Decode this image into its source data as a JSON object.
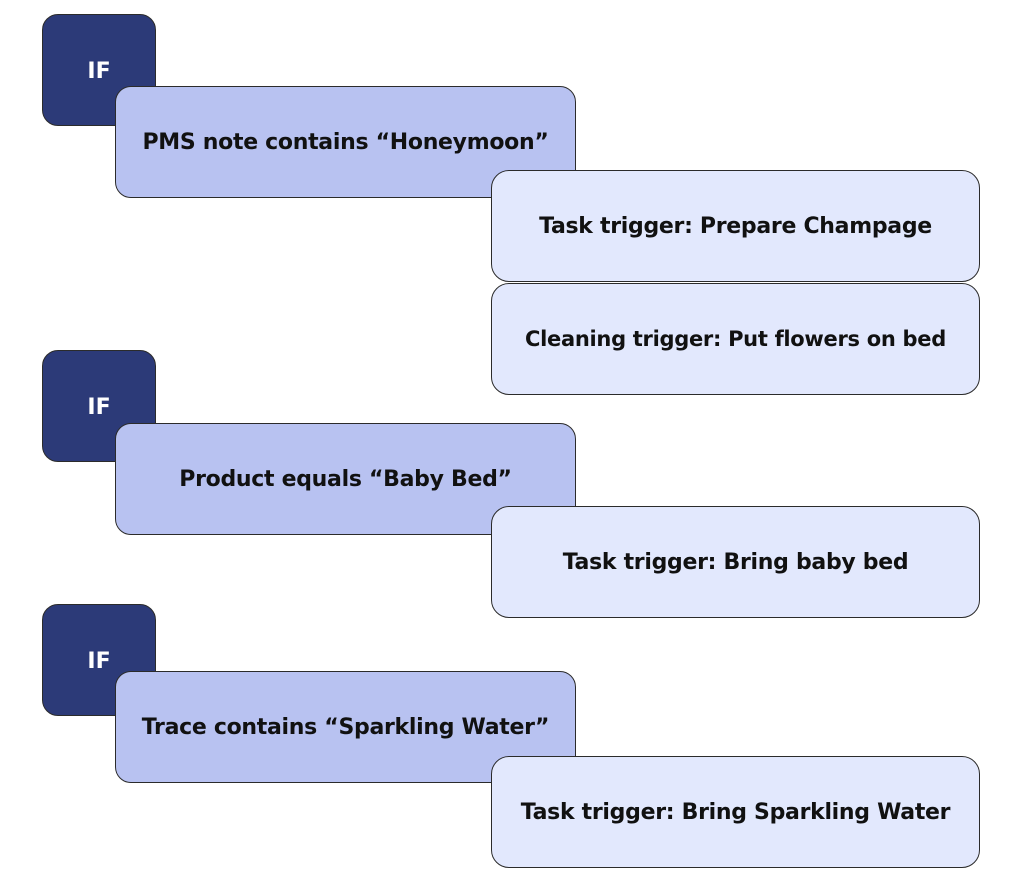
{
  "rules": [
    {
      "if_label": "IF",
      "condition": "PMS note contains “Honeymoon”",
      "actions": [
        "Task trigger: Prepare Champage",
        "Cleaning trigger: Put flowers on bed"
      ]
    },
    {
      "if_label": "IF",
      "condition": "Product equals “Baby Bed”",
      "actions": [
        "Task trigger: Bring baby bed"
      ]
    },
    {
      "if_label": "IF",
      "condition": "Trace contains “Sparkling Water”",
      "actions": [
        "Task trigger: Bring Sparkling Water"
      ]
    }
  ],
  "colors": {
    "if_fill": "#2c3a78",
    "condition_fill": "#b8c2f1",
    "action_fill": "#e2e8fd",
    "border": "#2b2b2b"
  }
}
